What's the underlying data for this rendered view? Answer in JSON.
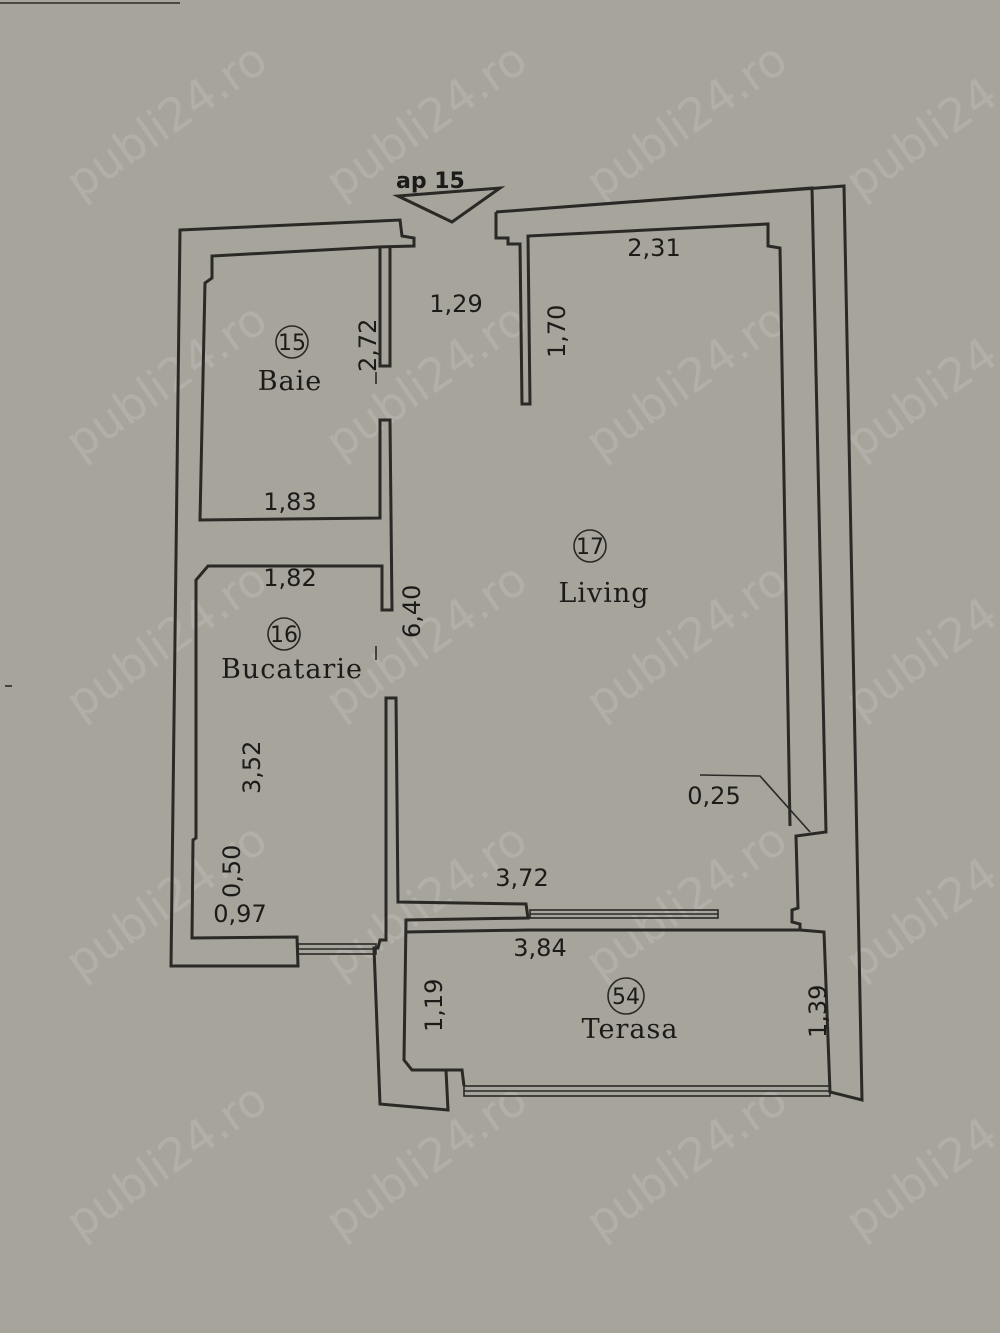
{
  "apartment_label": "ap 15",
  "watermark_text": "publi24.ro",
  "rooms": [
    {
      "number": "15",
      "name": "Baie"
    },
    {
      "number": "16",
      "name": "Bucatarie"
    },
    {
      "number": "17",
      "name": "Living"
    },
    {
      "number": "54",
      "name": "Terasa"
    }
  ],
  "dimensions": {
    "baie_height": "2,72",
    "baie_width": "1,83",
    "hall_width": "1,29",
    "living_top_width": "2,31",
    "living_niche": "1,70",
    "bucatarie_width": "1,82",
    "living_length": "6,40",
    "bucatarie_length": "3,52",
    "bucatarie_niche": "0,50",
    "bucatarie_bottom": "0,97",
    "living_corner": "0,25",
    "living_bottom": "3,72",
    "terasa_width": "3,84",
    "terasa_left": "1,19",
    "terasa_right": "1,39"
  },
  "colors": {
    "paper": "#a7a49b",
    "ink": "#2a2926"
  }
}
